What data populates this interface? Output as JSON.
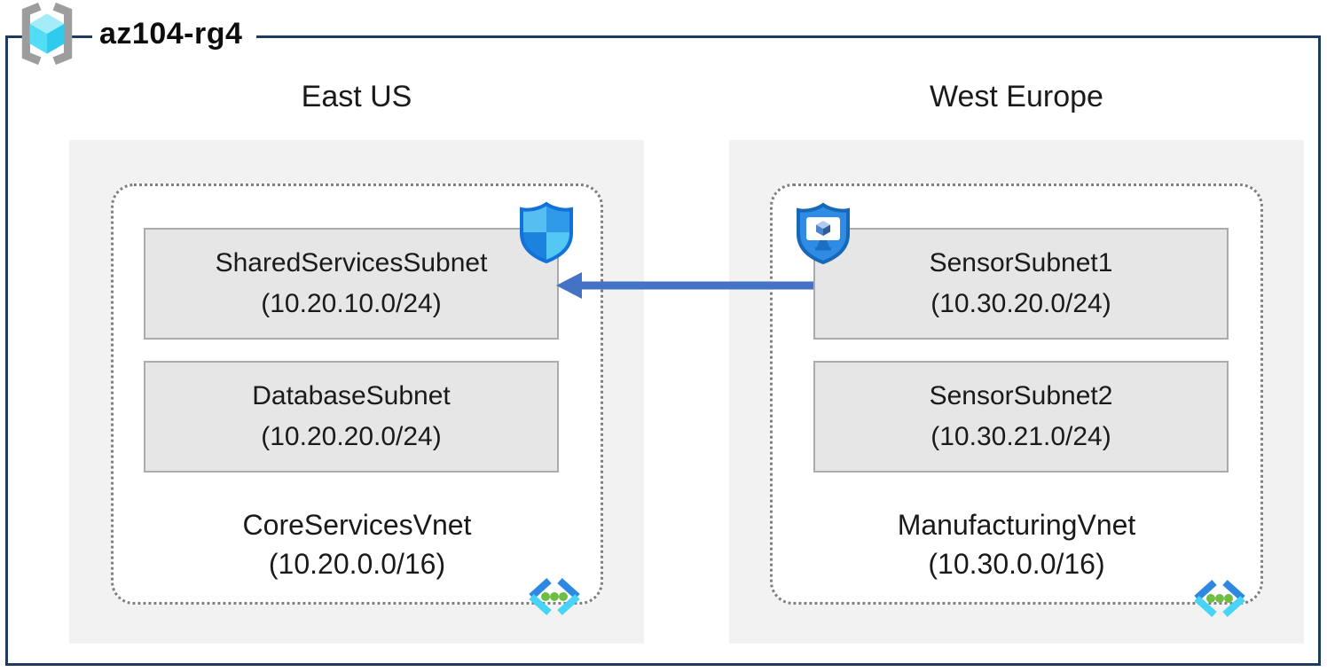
{
  "diagram": {
    "type": "azure-network-topology",
    "resource_group": {
      "label": "az104-rg4"
    },
    "regions": [
      {
        "name": "East US",
        "vnet": {
          "name": "CoreServicesVnet",
          "cidr": "(10.20.0.0/16)"
        },
        "subnets": [
          {
            "name": "SharedServicesSubnet",
            "cidr": "(10.20.10.0/24)"
          },
          {
            "name": "DatabaseSubnet",
            "cidr": "(10.20.20.0/24)"
          }
        ]
      },
      {
        "name": "West Europe",
        "vnet": {
          "name": "ManufacturingVnet",
          "cidr": "(10.30.0.0/16)"
        },
        "subnets": [
          {
            "name": "SensorSubnet1",
            "cidr": "(10.30.20.0/24)"
          },
          {
            "name": "SensorSubnet2",
            "cidr": "(10.30.21.0/24)"
          }
        ]
      }
    ],
    "connection": {
      "from": "SensorSubnet1",
      "to": "SharedServicesSubnet",
      "direction": "right-to-left",
      "color": "#4472c4"
    },
    "icons": {
      "resource_group": "resource-group-brackets-cube-icon",
      "network_security_group": "nsg-shield-quadrants-icon",
      "application_security_group": "asg-shield-monitor-icon",
      "virtual_network": "vnet-angle-brackets-dots-icon"
    },
    "colors": {
      "frame_border": "#1f3a5f",
      "region_fill": "#f2f2f2",
      "vnet_box_fill": "#ffffff",
      "vnet_box_border": "#7f7f7f",
      "subnet_fill": "#e6e6e6",
      "subnet_border": "#ababab",
      "arrow": "#4472c4",
      "cube_cyan": "#53ddf5",
      "vnet_bracket_blue": "#2e87e0",
      "vnet_bracket_cyan": "#47d4f6",
      "vnet_dot_green": "#6fbe44"
    }
  }
}
